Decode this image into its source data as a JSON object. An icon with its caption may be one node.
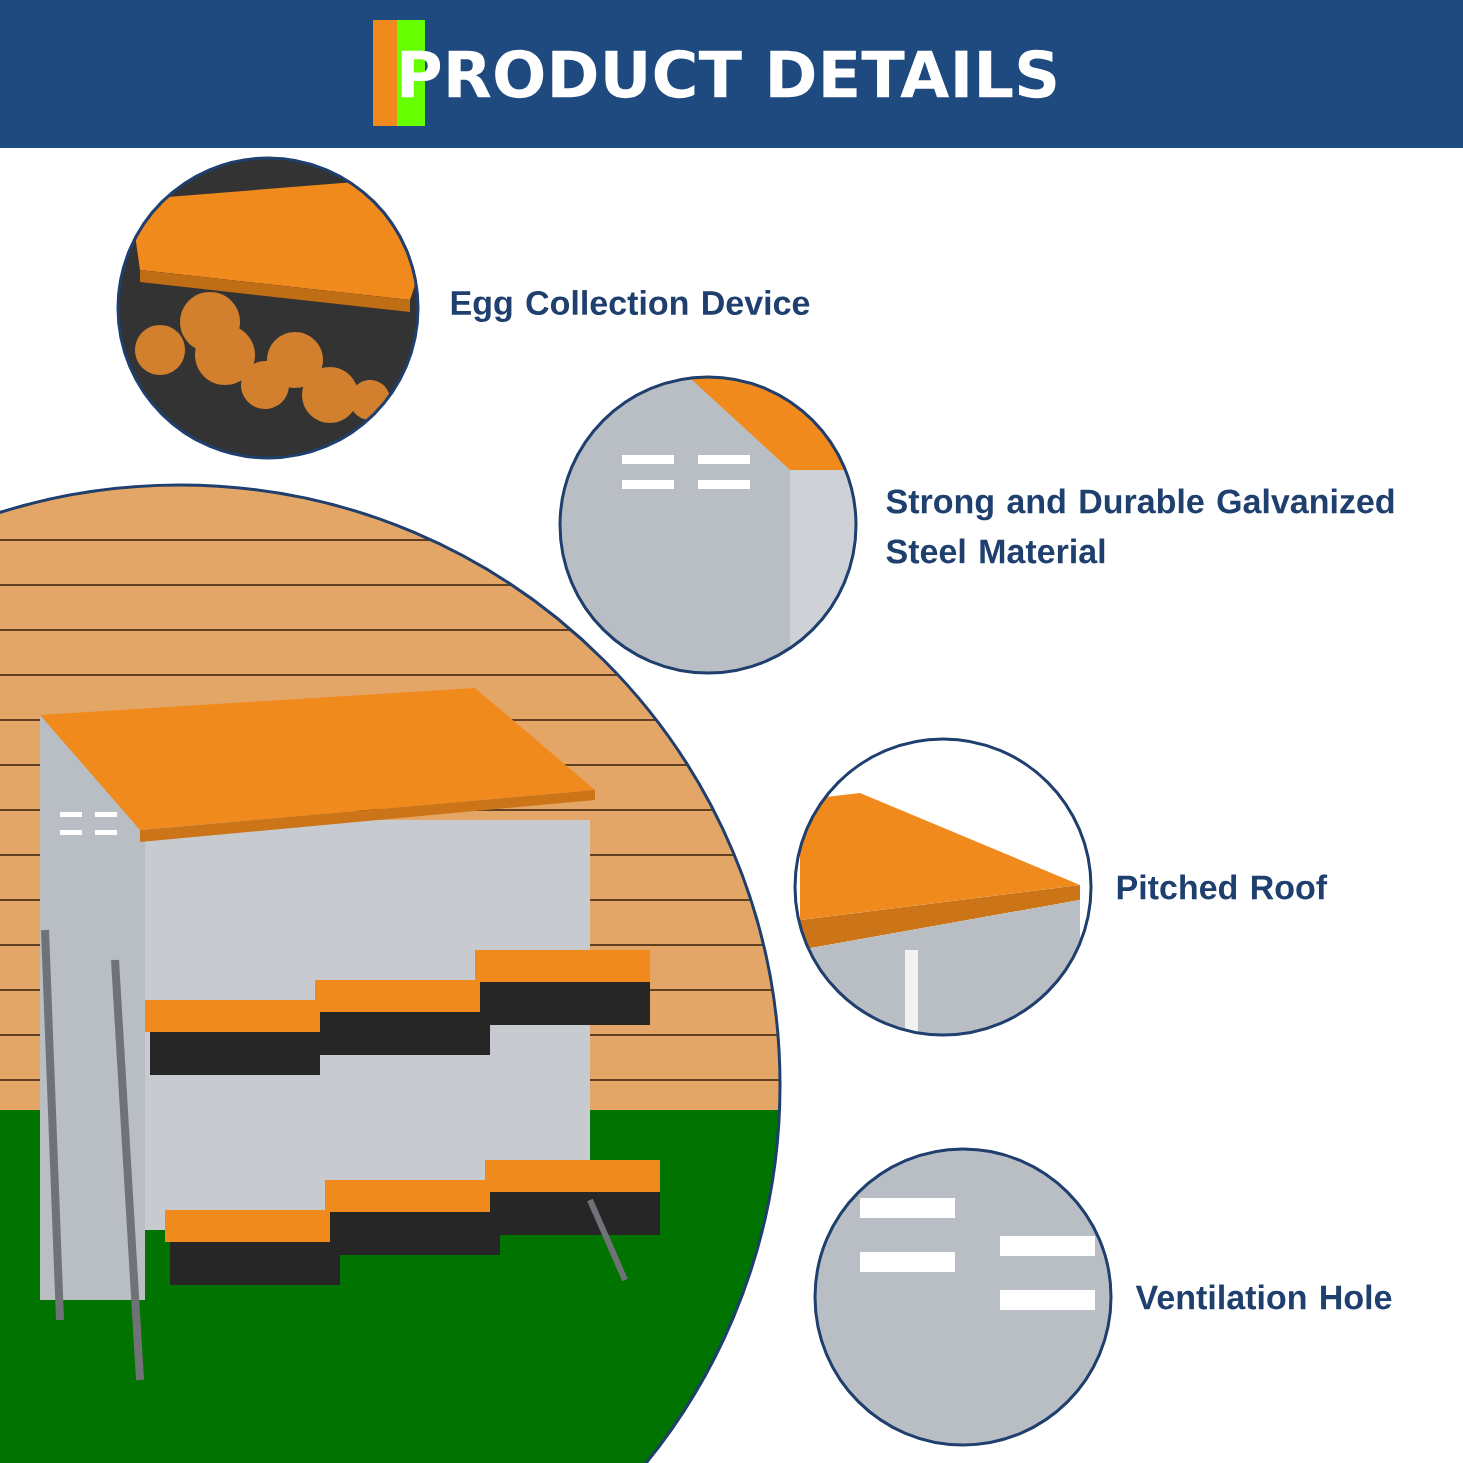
{
  "diagram": {
    "title": "PRODUCT DETAILS",
    "labels": [
      "Egg Collection Device",
      "Strong and Durable Galvanized Steel Material",
      "Pitched Roof",
      "Ventilation Hole"
    ]
  }
}
